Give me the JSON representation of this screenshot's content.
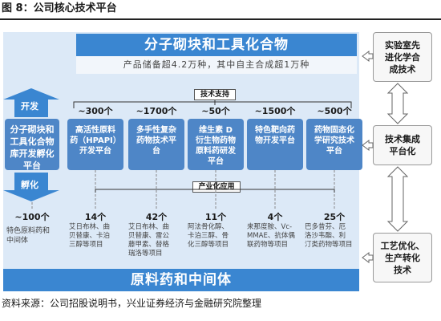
{
  "caption": "图 8：公司核心技术平台",
  "top_band": "分子砌块和工具化合物",
  "inventory": "产品储备超4.2万种，其中自主合成超1万种",
  "dev_label": "开发",
  "inc_label": "孵化",
  "library_box": [
    "分子砌块和",
    "工具化合物",
    "库开发孵化",
    "平台"
  ],
  "tech_support": "技术支持",
  "industrial": "产业化应用",
  "platforms": [
    {
      "count": "~300个",
      "lines": [
        "高活性原料",
        "药（HPAPI）",
        "开发平台"
      ],
      "bottom_count": "14个",
      "desc": [
        "艾日布林、曲",
        "贝替康、卡泊",
        "三醇等项目"
      ]
    },
    {
      "count": "~1700个",
      "lines": [
        "多手性复杂",
        "药物技术平",
        "台"
      ],
      "bottom_count": "42个",
      "desc": [
        "艾日布林、曲",
        "贝替康、雷公",
        "藤甲素、替格",
        "瑞洛等项目"
      ]
    },
    {
      "count": "~50个",
      "lines": [
        "维生素 D",
        "衍生物药物",
        "原料药研发",
        "平台"
      ],
      "bottom_count": "11个",
      "desc": [
        "阿法骨化醇、",
        "卡泊三醇、骨",
        "化三醇等项目"
      ]
    },
    {
      "count": "~1500个",
      "lines": [
        "特色靶向药",
        "物开发平台"
      ],
      "bottom_count": "4个",
      "desc": [
        "来那度胺、Vc-",
        "MMAE、抗体偶",
        "联药物等项目"
      ]
    },
    {
      "count": "~500个",
      "lines": [
        "药物固态化",
        "学研究技术",
        "平台"
      ],
      "bottom_count": "25个",
      "desc": [
        "巴多昔芬、厄",
        "洛沙韦酯、利",
        "汀类药物等项目"
      ]
    }
  ],
  "left_count": "~100个",
  "left_desc": [
    "特色原料药和",
    "中间体"
  ],
  "bottom_band": "原料药和中间体",
  "right_boxes": [
    [
      "实验室先",
      "进化学合",
      "成技术"
    ],
    [
      "技术集成",
      "平台化"
    ],
    [
      "工艺优化、",
      "生产转化",
      "技术"
    ]
  ],
  "footer": "资料来源：公司招股说明书，兴业证券经济与金融研究院整理",
  "colors": {
    "band": "#3a86d1",
    "platform": "#4e86c7",
    "panel": "#dce9f7"
  }
}
